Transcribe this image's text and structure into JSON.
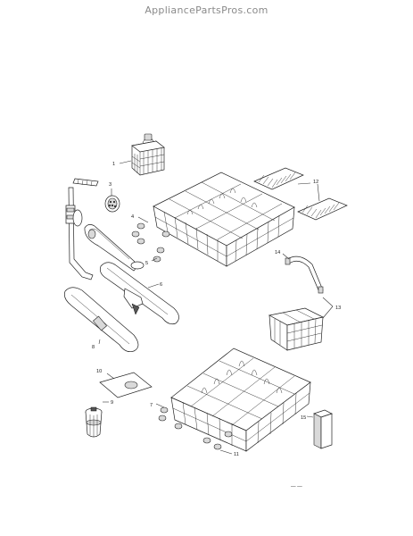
{
  "watermark": "AppliancePartsPros.com",
  "callouts": {
    "c1": "1",
    "c3": "3",
    "c4": "4",
    "c5": "5",
    "c6": "6",
    "c7": "7",
    "c8": "8",
    "c9": "9",
    "c10": "10",
    "c11": "11",
    "c12": "12",
    "c13": "13",
    "c14": "14",
    "c15": "15"
  },
  "footer_mark": "— —"
}
